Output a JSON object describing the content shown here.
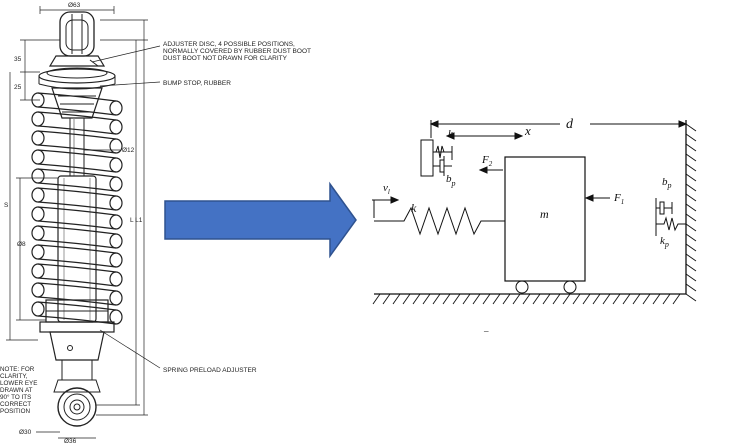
{
  "drawing": {
    "dims": {
      "top_diameter": "Ø63",
      "d35": "35",
      "d25": "25",
      "rod_diameter": "Ø12",
      "s": "S",
      "body_diameter": "Ø8",
      "length": "L L1",
      "eye_diameter": "Ø30",
      "bottom_diameter": "Ø36"
    },
    "callouts": {
      "adjuster": [
        "ADJUSTER DISC, 4 POSSIBLE POSITIONS,",
        "NORMALLY COVERED BY RUBBER DUST BOOT",
        "DUST BOOT NOT DRAWN FOR CLARITY"
      ],
      "bump_stop": "BUMP STOP, RUBBER",
      "preload": "SPRING PRELOAD ADJUSTER"
    },
    "note": [
      "NOTE:  FOR",
      "CLARITY,",
      "LOWER EYE",
      "DRAWN AT",
      "90° TO ITS",
      "CORRECT",
      "POSITION"
    ]
  },
  "arrow": {
    "color": "#4472c4",
    "border": "#2f528f"
  },
  "model": {
    "d": "d",
    "x": "x",
    "k_top": "k",
    "F2": "F",
    "F2_sub": "2",
    "b_left": "b",
    "b_left_sub": "p",
    "v": "v",
    "v_sub": "l",
    "k_spring": "k",
    "m": "m",
    "F1": "F",
    "F1_sub": "1",
    "b_right": "b",
    "b_right_sub": "p",
    "k_right": "k",
    "k_right_sub": "p",
    "dash": "–"
  }
}
